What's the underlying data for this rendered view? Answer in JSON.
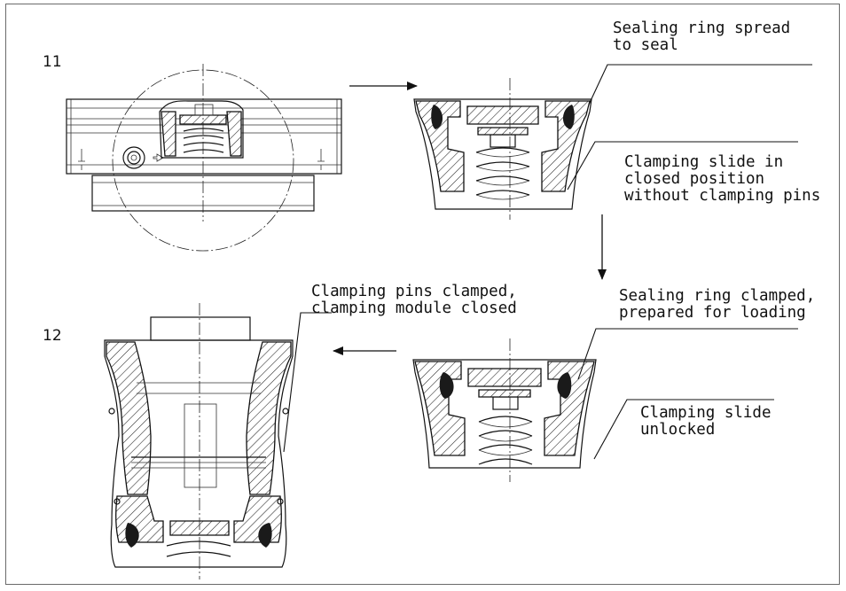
{
  "steps": {
    "step_11": "11",
    "step_12": "12"
  },
  "labels": {
    "sealing_ring_spread": "Sealing ring spread\nto seal",
    "slide_closed": "Clamping slide in\nclosed position\nwithout clamping pins",
    "ring_clamped": "Sealing ring clamped,\nprepared for loading",
    "slide_unlocked": "Clamping slide\nunlocked",
    "pins_clamped": "Clamping pins clamped,\nclamping module closed"
  },
  "colors": {
    "line": "#111111",
    "frame": "#6a6a6a",
    "seal": "#1a1a1a"
  }
}
